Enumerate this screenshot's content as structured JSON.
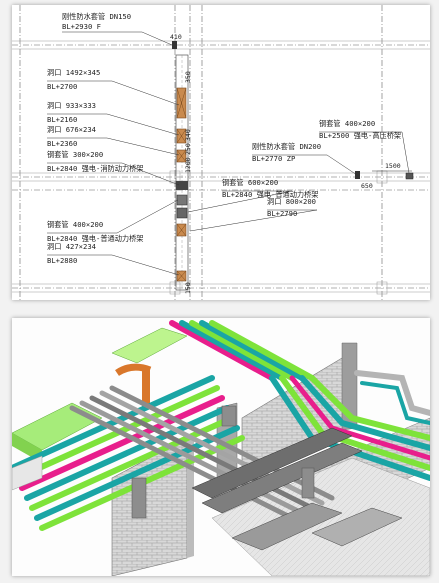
{
  "plan": {
    "annotations": {
      "a1_line1": "刚性防水套管 DN150",
      "a1_line2": "BL+2930 F",
      "a2_line1": "洞口 1492×345",
      "a2_line2": "BL+2700",
      "a3_line1": "洞口 933×333",
      "a3_line2": "BL+2160",
      "a4_line1": "洞口 676×234",
      "a4_line2": "BL+2360",
      "a5_line1": "钢套管 300×200",
      "a5_line2": "BL+2840 强电-消防动力桥架",
      "a6_line1": "钢套管 400×200",
      "a6_line2": "BL+2840 强电-普通动力桥架",
      "a7_line1": "洞口 427×234",
      "a7_line2": "BL+2880",
      "a8_line1": "钢套管 600×200",
      "a8_line2": "BL+2840 强电-普通动力桥架",
      "a9_line1": "洞口 800×200",
      "a9_line2": "BL+2790",
      "a10_line1": "刚性防水套管 DN200",
      "a10_line2": "BL+2770 ZP",
      "a11_line1": "钢套管 400×200",
      "a11_line2": "BL+2500 强电-高压桥架"
    },
    "dimensions": {
      "d1": "410",
      "d2": "350",
      "d3": "340",
      "d4": "250",
      "d5": "1200",
      "d6": "1500",
      "d7": "650",
      "d8": "150"
    }
  },
  "model": {
    "description_label": ""
  },
  "colors": {
    "pipe_teal": "#1aa5a5",
    "pipe_green": "#7ee33a",
    "pipe_magenta": "#e81e8c",
    "pipe_gray": "#8c8c8c",
    "duct_orange": "#d9772b",
    "opening_tan": "#c98a4e"
  }
}
